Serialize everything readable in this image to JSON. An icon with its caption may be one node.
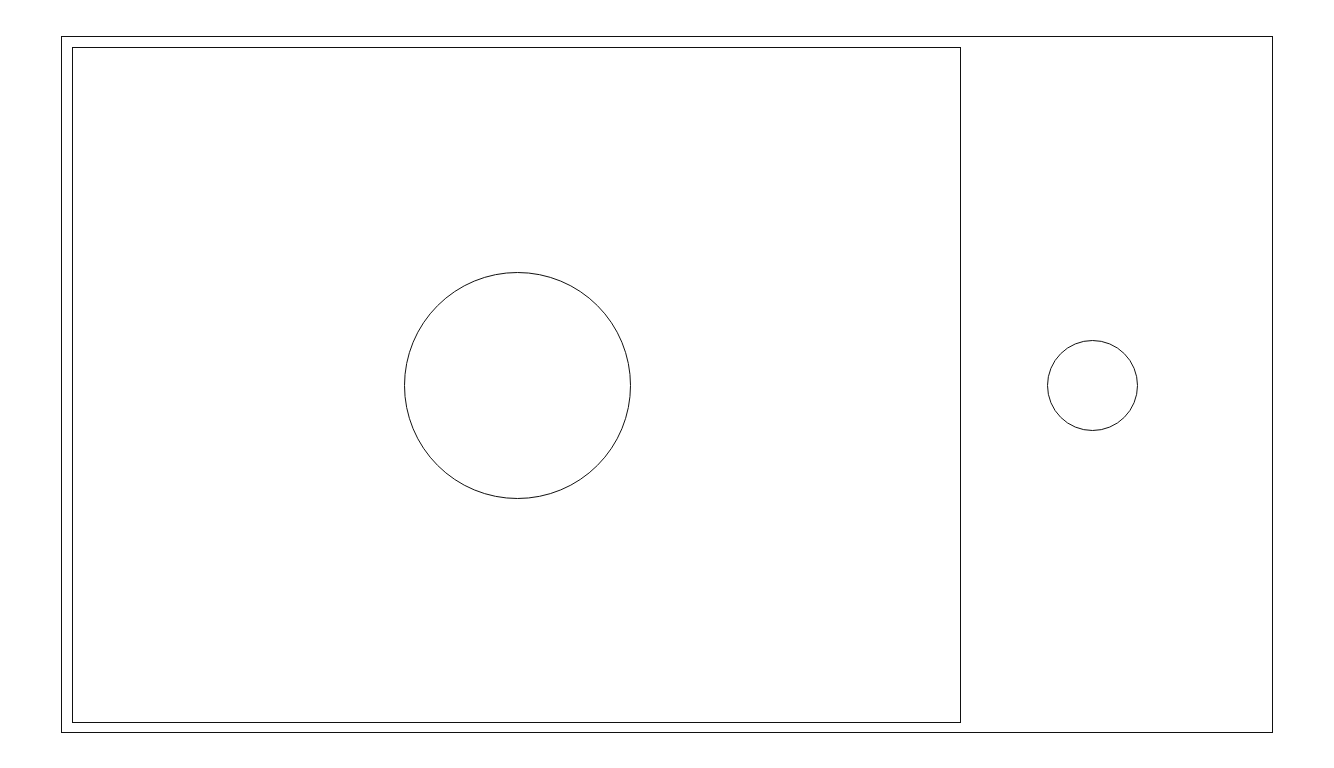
{
  "diagram": {
    "nodes": [
      {
        "text": [],
        "shape": "box"
      },
      {
        "text": [],
        "shape": "box",
        "in": 0
      },
      {
        "text": [],
        "shape": "circle",
        "in": 1
      },
      {
        "text": [],
        "shape": "circle",
        "in": 0
      }
    ]
  }
}
